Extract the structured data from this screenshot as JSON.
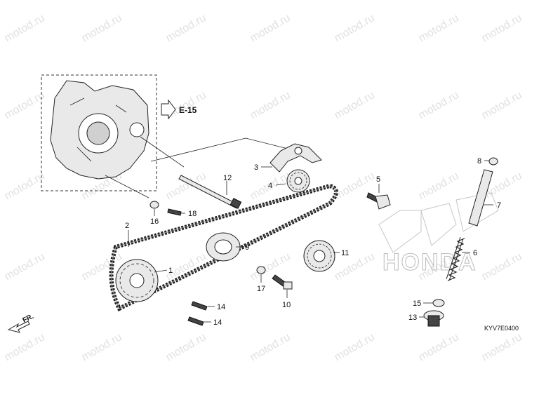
{
  "diagram": {
    "callouts": [
      {
        "id": "p1",
        "label": "1"
      },
      {
        "id": "p2",
        "label": "2"
      },
      {
        "id": "p3",
        "label": "3"
      },
      {
        "id": "p4",
        "label": "4"
      },
      {
        "id": "p5",
        "label": "5"
      },
      {
        "id": "p6",
        "label": "6"
      },
      {
        "id": "p7",
        "label": "7"
      },
      {
        "id": "p8",
        "label": "8"
      },
      {
        "id": "p9",
        "label": "9"
      },
      {
        "id": "p10",
        "label": "10"
      },
      {
        "id": "p11",
        "label": "11"
      },
      {
        "id": "p12",
        "label": "12"
      },
      {
        "id": "p13",
        "label": "13"
      },
      {
        "id": "p14a",
        "label": "14"
      },
      {
        "id": "p14b",
        "label": "14"
      },
      {
        "id": "p15",
        "label": "15"
      },
      {
        "id": "p16",
        "label": "16"
      },
      {
        "id": "p17",
        "label": "17"
      },
      {
        "id": "p18",
        "label": "18"
      }
    ],
    "reference": "E-15",
    "direction": "FR.",
    "code": "KYV7E0400",
    "brand_watermark": "HONDA",
    "site_watermark": "motod.ru"
  }
}
